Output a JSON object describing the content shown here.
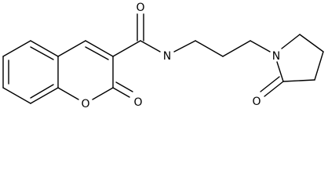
{
  "molecule": {
    "atoms": {
      "amide_oxygen": "O",
      "amide_nitrogen": "N",
      "ring_oxygen": "O",
      "lactone_carbonyl_oxygen": "O",
      "pyrrolidine_nitrogen": "N",
      "lactam_oxygen": "O"
    }
  }
}
